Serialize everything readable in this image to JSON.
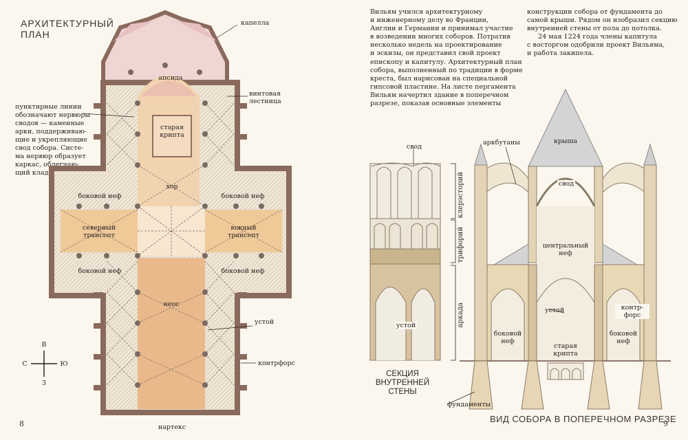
{
  "left_page": {
    "title_line1": "АРХИТЕКТУРНЫЙ",
    "title_line2": "ПЛАН",
    "note": "пунктирные линии обозначают нервюры сводов — каменные арки, поддерживаю-щие и укрепляющие свод собора. Систе-ма нервюр образует каркас, облегчаю-щий кладку свода.",
    "note_lines": [
      "пунктирные линии",
      "обозначают нервюры",
      "сводов — каменные",
      "арки, поддерживаю-",
      "щие и укрепляющие",
      "свод собора. Систе-",
      "ма нервюр образует",
      "каркас, облегчаю-",
      "щий кладку свода."
    ],
    "labels": {
      "chapel": "капелла",
      "apse": "апсида",
      "stair_line1": "винтовая",
      "stair_line2": "лестница",
      "crypt_line1": "старая",
      "crypt_line2": "крипта",
      "choir": "хор",
      "aisle_nw": "боковой неф",
      "aisle_ne": "боковой неф",
      "north_tr_line1": "северный",
      "north_tr_line2": "трансепт",
      "south_tr_line1": "южный",
      "south_tr_line2": "трансепт",
      "aisle_sw": "боковой неф",
      "aisle_se": "боковой неф",
      "nave": "неос",
      "pier": "устой",
      "buttress": "контрфорс",
      "narthex": "нартекс"
    },
    "compass": {
      "n": "В",
      "w": "С",
      "e": "Ю",
      "s": "З"
    },
    "page_number": "8"
  },
  "right_page": {
    "col1_lines": [
      "Вильям учился архитектурному",
      "и инженерному делу во Франции,",
      "Англии и Германии и принимал участие",
      "в возведении многих соборов. Потратив",
      "несколько недель на проектирование",
      "и эскизы, он представил свой проект",
      "епископу и капитулу. Архитектурный план",
      "собора, выполненный по традиции в форме",
      "креста, был нарисован на специальной",
      "гипсовой пластине. На листе пергамента",
      "Вильям начертил здание в поперечном",
      "разрезе, показав основные элементы"
    ],
    "col2_lines": [
      "конструкции собора от фундамента до",
      "самой крыши. Рядом он изобразил секцию",
      "внутренней стены от пола до потолка.",
      "24 мая 1224 года члены капитула",
      "с восторгом одобрили проект Вильяма,",
      "и работа закипела."
    ],
    "wall_labels": {
      "vault": "свод",
      "clerestory": "клерэсторий",
      "triforium": "трифорий",
      "arcade": "аркада",
      "pier": "устой",
      "caption_line1": "СЕКЦИЯ",
      "caption_line2": "ВНУТРЕННЕЙ",
      "caption_line3": "СТЕНЫ"
    },
    "section_labels": {
      "flying_buttresses": "аркбутаны",
      "roof": "крыша",
      "vault": "свод",
      "central_nave_line1": "центральный",
      "central_nave_line2": "неф",
      "pier": "устой",
      "buttress_line1": "контр-",
      "buttress_line2": "форс",
      "aisle_l_line1": "боковой",
      "aisle_l_line2": "неф",
      "aisle_r_line1": "боковой",
      "aisle_r_line2": "неф",
      "crypt_line1": "старая",
      "crypt_line2": "крипта",
      "foundations": "фундаменты",
      "caption": "ВИД СОБОРА В ПОПЕРЕЧНОМ РАЗРЕЗЕ"
    },
    "page_number": "9"
  },
  "colors": {
    "wall": "#8a6a5c",
    "wall_dark": "#6b4f44",
    "nave_fill": "#e9b98c",
    "choir_fill": "#f2d3b0",
    "transept_fill": "#f0c999",
    "chapel_fill": "#efc9c9",
    "pier": "#7a6a62",
    "stone": "#d8c3a0",
    "roof": "#cfcfcf",
    "paper": "#fbf7ee"
  }
}
